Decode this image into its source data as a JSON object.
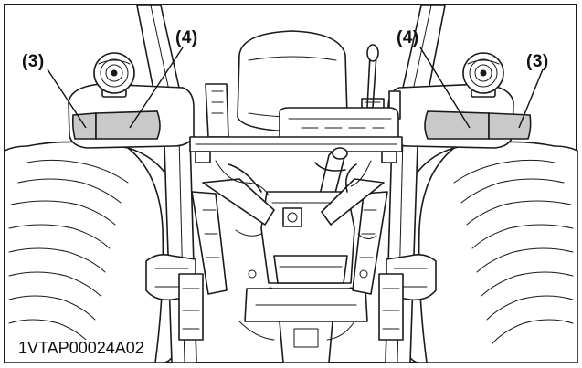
{
  "callouts": {
    "left_outer": "(3)",
    "left_inner": "(4)",
    "right_inner": "(4)",
    "right_outer": "(3)"
  },
  "figure_id": "1VTAP00024A02",
  "colors": {
    "line": "#1a1a1a",
    "lamp_fill": "#c9c9c9",
    "background": "#ffffff"
  }
}
